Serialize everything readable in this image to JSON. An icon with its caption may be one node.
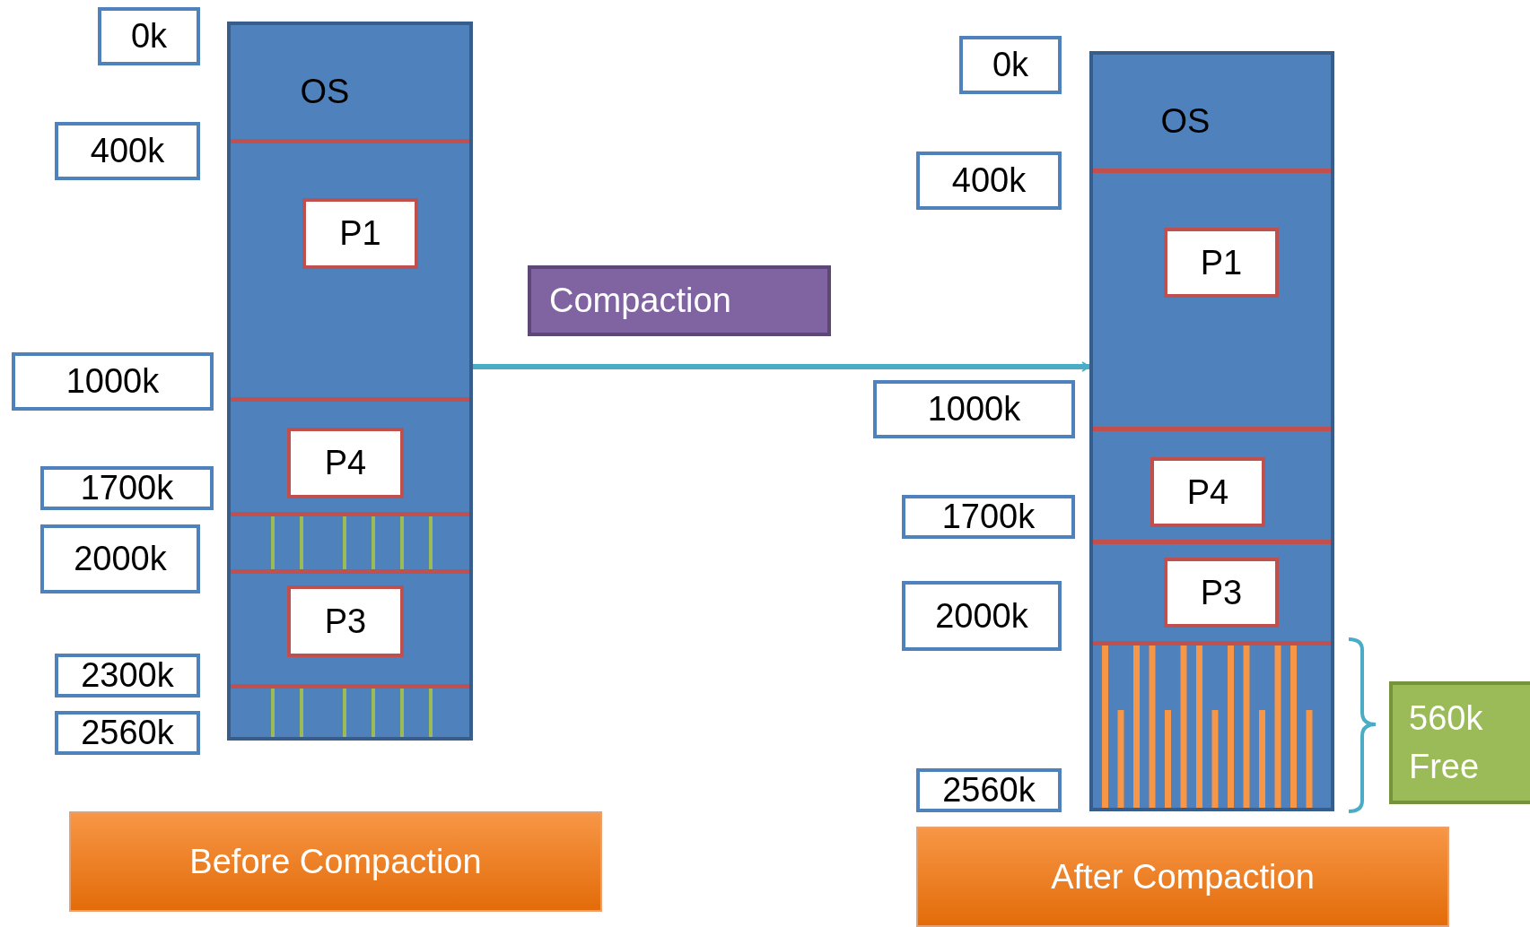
{
  "diagram": {
    "nodes": [
      {
        "text": [
          "0k"
        ]
      },
      {
        "text": [],
        "shape": "box"
      },
      {
        "text": [
          "OS"
        ],
        "in": 1
      },
      {
        "text": [
          "P1"
        ],
        "in": 1
      },
      {
        "text": [
          "P4"
        ],
        "in": 1
      },
      {
        "text": [
          "P3"
        ],
        "in": 1
      },
      {
        "text": [
          "400k"
        ]
      },
      {
        "text": [
          "1000k"
        ]
      },
      {
        "text": [
          "1700k"
        ]
      },
      {
        "text": [
          "2000k"
        ]
      },
      {
        "text": [
          "2300k"
        ]
      },
      {
        "text": [
          "2560k"
        ]
      },
      {
        "text": [
          "Compaction"
        ]
      },
      {
        "text": [
          "0k"
        ]
      },
      {
        "text": [],
        "shape": "box"
      },
      {
        "text": [
          "OS"
        ],
        "in": 14
      },
      {
        "text": [
          "P1"
        ],
        "in": 14
      },
      {
        "text": [
          "P4"
        ],
        "in": 14
      },
      {
        "text": [
          "P3"
        ],
        "in": 14
      },
      {
        "text": [
          "400k"
        ]
      },
      {
        "text": [
          "1000k"
        ]
      },
      {
        "text": [
          "1700k"
        ]
      },
      {
        "text": [
          "2000k"
        ]
      },
      {
        "text": [
          "2560k"
        ]
      },
      {
        "text": [
          "560k Free"
        ]
      },
      {
        "text": [
          "Before Compaction"
        ]
      },
      {
        "text": [
          "After Compaction"
        ]
      }
    ],
    "edges": [
      {
        "from": 1,
        "to": 14,
        "arrow": "to",
        "color": "#4bacc6"
      }
    ]
  }
}
